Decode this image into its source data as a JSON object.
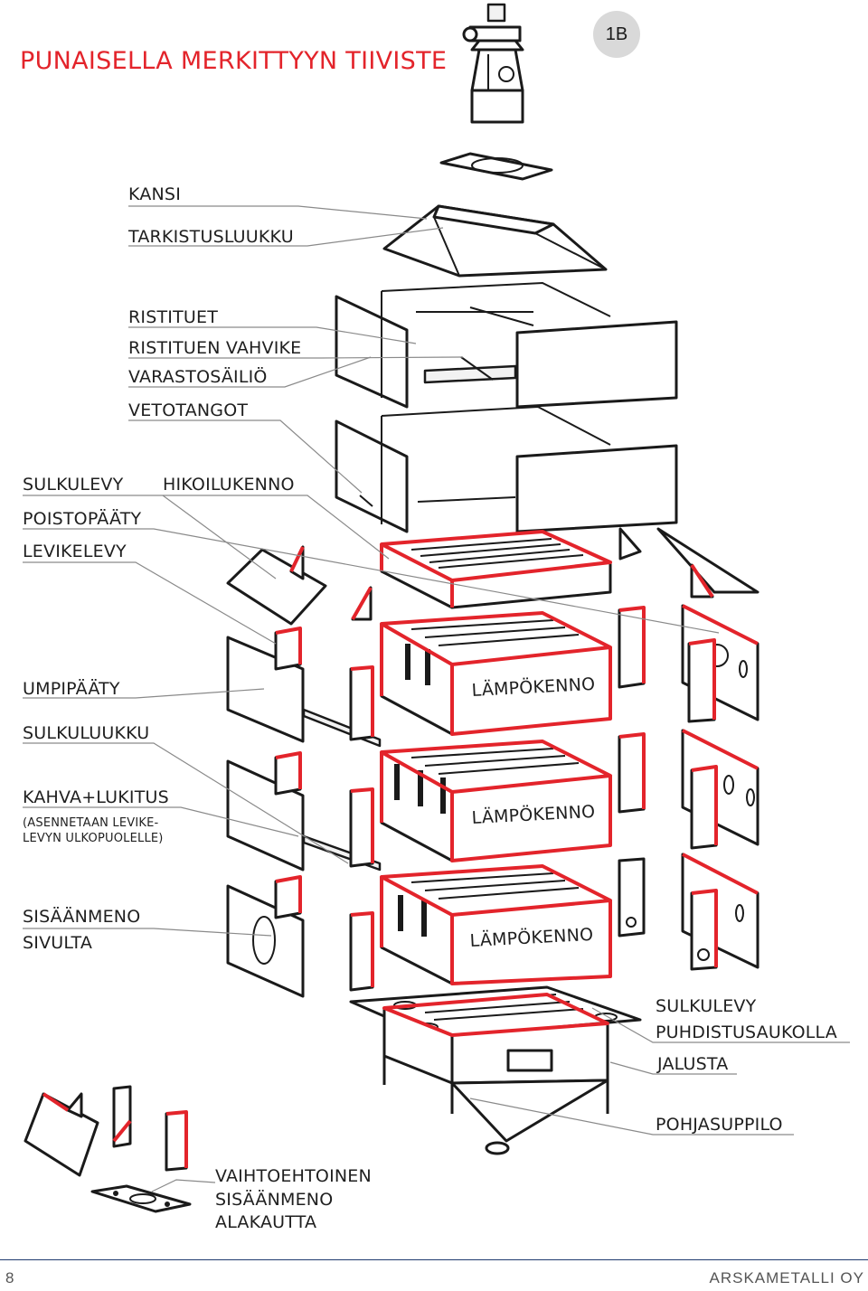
{
  "title": "PUNAISELLA MERKITTYYN TIIVISTE",
  "badge": "1B",
  "footer": {
    "page": "8",
    "company": "ARSKAMETALLI OY"
  },
  "colors": {
    "seal": "#e3242b",
    "line": "#1a1a1a",
    "leader": "#8a8a8a"
  },
  "labels": {
    "kansi": "KANSI",
    "tarkistusluukku": "TARKISTUSLUUKKU",
    "ristituet": "RISTITUET",
    "ristituen_vahvike": "RISTITUEN VAHVIKE",
    "varastosailio": "VARASTOSÄILIÖ",
    "vetotangot": "VETOTANGOT",
    "sulkulevy": "SULKULEVY",
    "hikoilukenno": "HIKOILUKENNO",
    "poistopaaty": "POISTOPÄÄTY",
    "levikelevy": "LEVIKELEVY",
    "umpipaaty": "UMPIPÄÄTY",
    "sulkuluukku": "SULKULUUKKU",
    "kahva_lukitus": "KAHVA+LUKITUS",
    "kahva_note_1": "(ASENNETAAN LEVIKE-",
    "kahva_note_2": "LEVYN ULKOPUOLELLE)",
    "sisaanmeno_1": "SISÄÄNMENO",
    "sisaanmeno_2": "SIVULTA",
    "sulkulevy_puhd_1": "SULKULEVY",
    "sulkulevy_puhd_2": "PUHDISTUSAUKOLLA",
    "jalusta": "JALUSTA",
    "pohjasuppilo": "POHJASUPPILO",
    "vaihto_1": "VAIHTOEHTOINEN",
    "vaihto_2": "SISÄÄNMENO",
    "vaihto_3": "ALAKAUTTA",
    "lampokenno_1": "LÄMPÖKENNO",
    "lampokenno_2": "LÄMPÖKENNO",
    "lampokenno_3": "LÄMPÖKENNO"
  }
}
